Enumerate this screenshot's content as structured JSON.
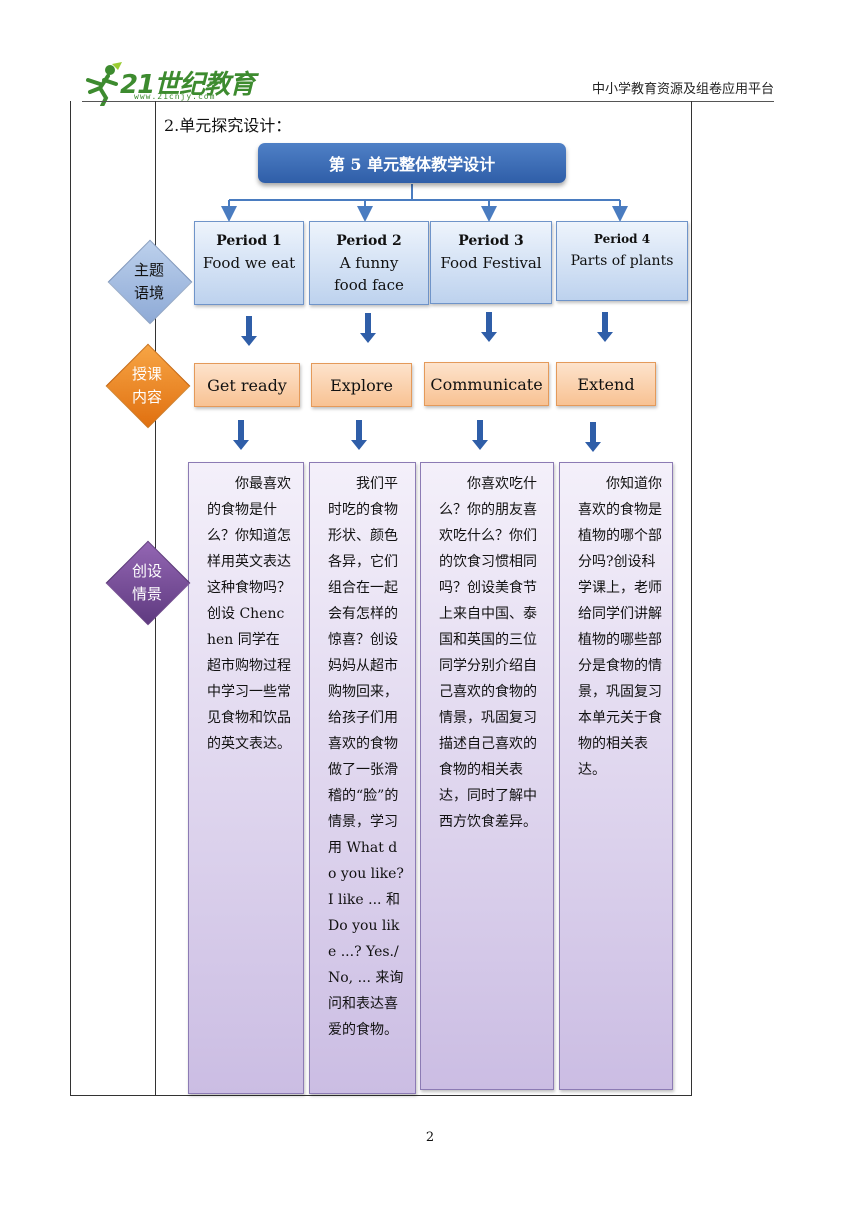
{
  "header": {
    "logo_text": "21世纪教育",
    "logo_url": "www.21cnjy.com",
    "right_text": "中小学教育资源及组卷应用平台"
  },
  "section_heading": "2.单元探究设计：",
  "banner_title": "第 5 单元整体教学设计",
  "rows": {
    "theme": "主题\n语境",
    "content": "授课\n内容",
    "scenario": "创设\n情景"
  },
  "periods": [
    {
      "title": "Period 1",
      "topic": "Food we eat"
    },
    {
      "title": "Period 2",
      "topic": "A funny food face"
    },
    {
      "title": "Period 3",
      "topic": "Food Festival"
    },
    {
      "title": "Period 4",
      "topic": "Parts of plants"
    }
  ],
  "phases": [
    "Get ready",
    "Explore",
    "Communicate",
    "Extend"
  ],
  "scenarios": [
    "你最喜欢的食物是什么？你知道怎样用英文表达这种食物吗？创设 Chenchen 同学在超市购物过程中学习一些常见食物和饮品的英文表达。",
    "我们平时吃的食物形状、颜色各异，它们组合在一起会有怎样的惊喜？创设妈妈从超市购物回来，给孩子们用喜欢的食物做了一张滑稽的“脸”的情景，学习用 What do you like? I like ... 和 Do you like ...? Yes./No, ... 来询问和表达喜爱的食物。",
    "你喜欢吃什么？你的朋友喜欢吃什么？你们的饮食习惯相同吗？创设美食节上来自中国、泰国和英国的三位同学分别介绍自己喜欢的食物的情景，巩固复习描述自己喜欢的食物的相关表达，同时了解中西方饮食差异。",
    "你知道你喜欢的食物是植物的哪个部分吗?创设科学课上，老师给同学们讲解植物的哪些部分是食物的情景，巩固复习本单元关于食物的相关表达。"
  ],
  "colors": {
    "theme_diamond": "#9db7dc",
    "content_diamond": "#f08a1e",
    "scenario_diamond": "#7a4c9a"
  },
  "page_number": "2"
}
